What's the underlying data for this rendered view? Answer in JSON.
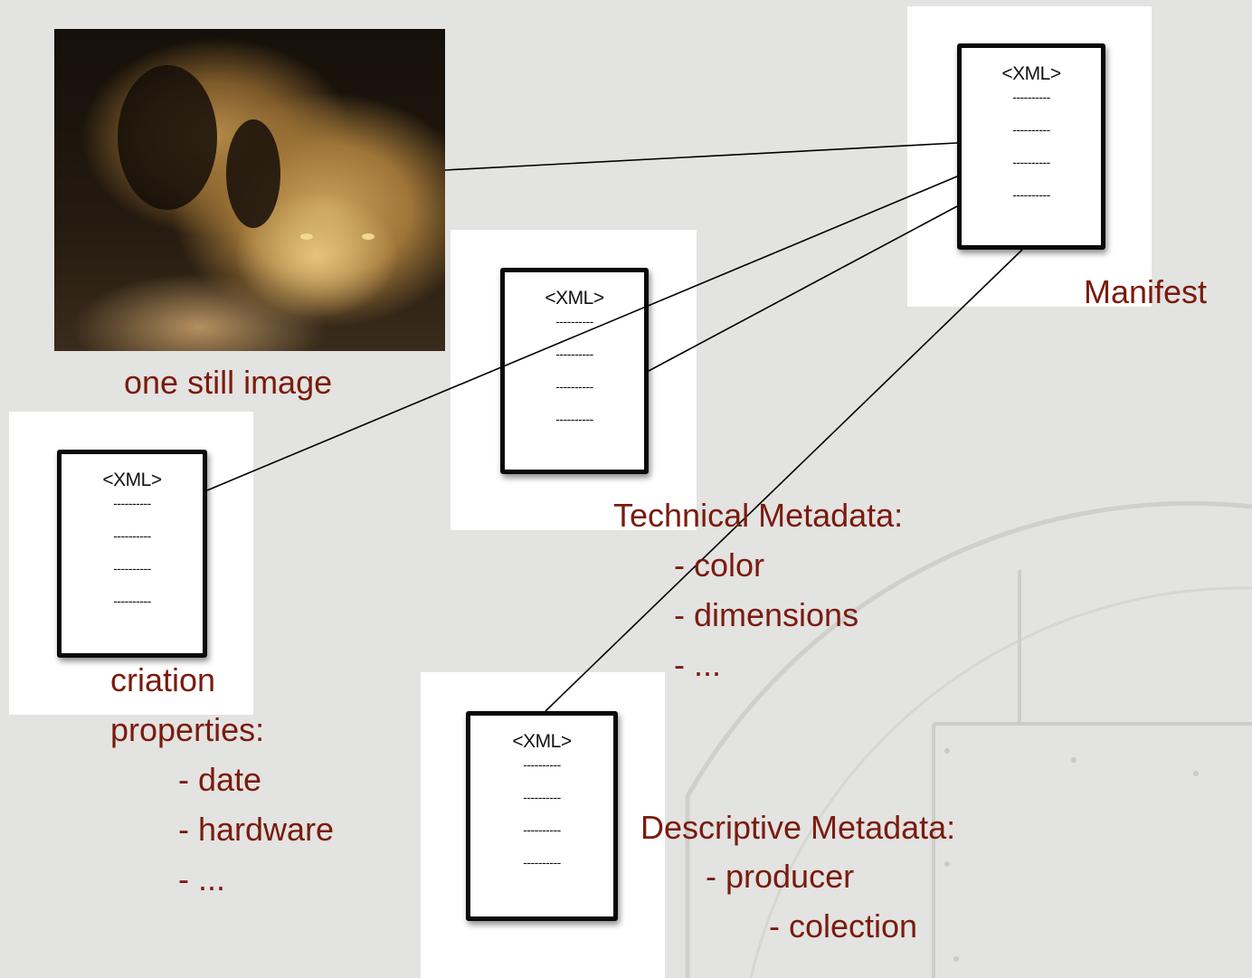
{
  "colors": {
    "label": "#7a1b0d",
    "background": "#e3e3e1",
    "line": "#000000"
  },
  "image": {
    "alt": "lion drinking water photo"
  },
  "xml_doc": {
    "tag": "<XML>",
    "dash": "----------"
  },
  "labels": {
    "manifest": "Manifest",
    "still_image": "one still image",
    "technical": [
      "Technical Metadata:",
      "- color",
      "- dimensions",
      "- ..."
    ],
    "creation": [
      "criation",
      "properties:",
      "- date",
      "- hardware",
      "- ..."
    ],
    "descriptive": [
      "Descriptive Metadata:",
      "- producer",
      "- colection"
    ]
  }
}
